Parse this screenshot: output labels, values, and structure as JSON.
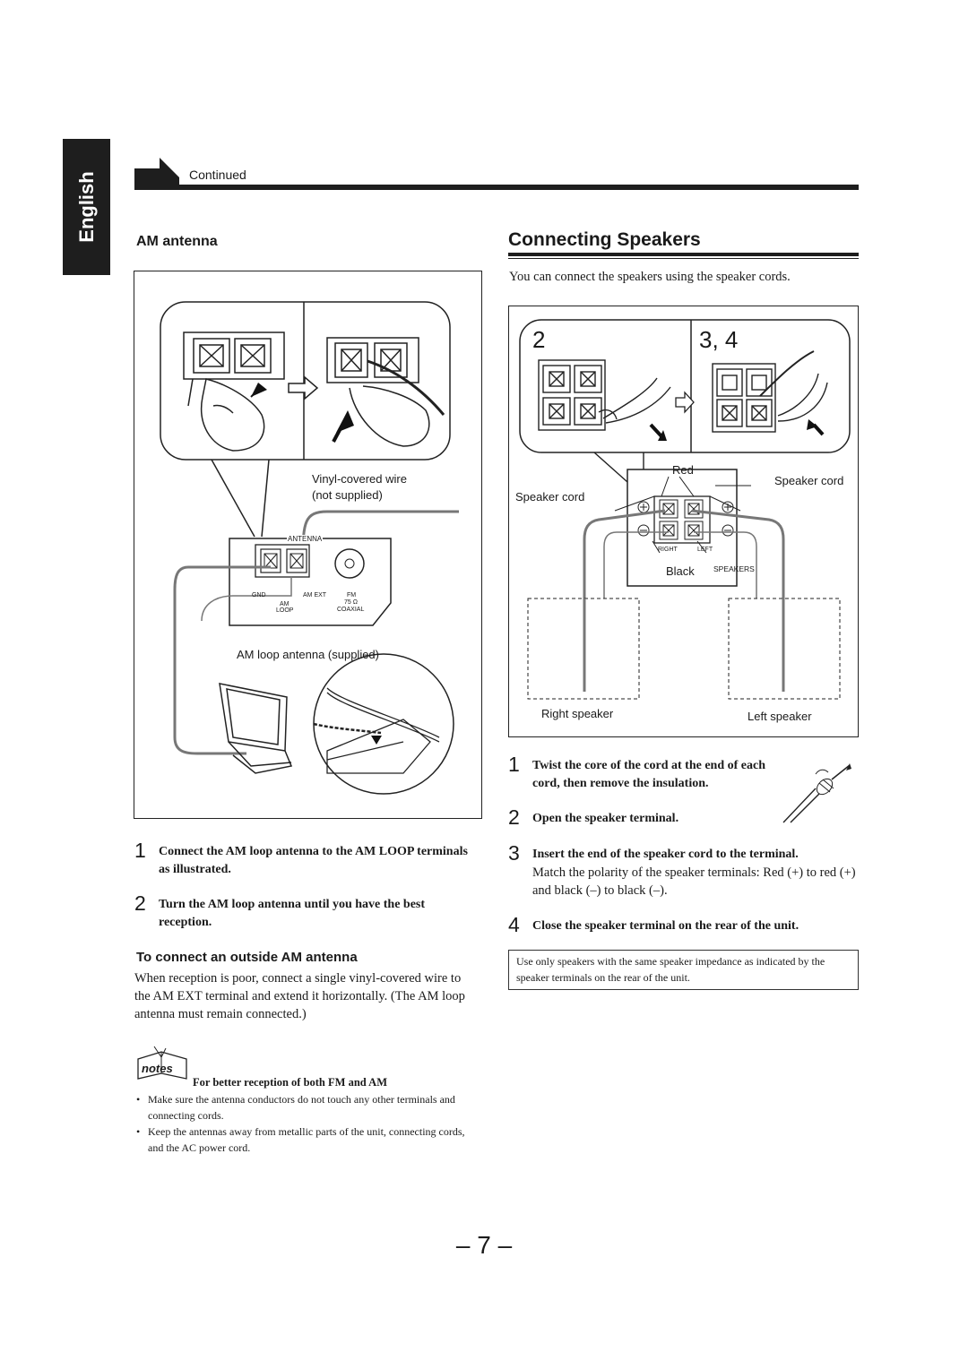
{
  "sidebar": {
    "language": "English"
  },
  "header": {
    "continued": "Continued"
  },
  "left": {
    "heading": "AM antenna",
    "figure_labels": {
      "vinyl_wire": "Vinyl-covered wire",
      "not_supplied": "(not supplied)",
      "antenna": "ANTENNA",
      "gnd": "GND",
      "am_ext": "AM EXT",
      "am": "AM",
      "loop": "LOOP",
      "fm": "FM",
      "fm_ohm": "75 Ω",
      "coaxial": "COAXIAL",
      "am_loop_supplied": "AM loop antenna (supplied)"
    },
    "steps": [
      {
        "num": "1",
        "text": "Connect the AM loop antenna to the AM LOOP terminals as illustrated."
      },
      {
        "num": "2",
        "text": "Turn the AM loop antenna until you have the best reception."
      }
    ],
    "outside_heading": "To connect an outside AM antenna",
    "outside_body": "When reception is poor, connect a single vinyl-covered wire to the AM EXT terminal and extend it horizontally. (The AM loop antenna must remain connected.)",
    "notes_icon": "notes",
    "notes_title": "For better reception of both FM and AM",
    "notes": [
      "Make sure the antenna conductors do not touch any other terminals and connecting cords.",
      "Keep the antennas away from metallic parts of the unit, connecting cords, and the AC power cord."
    ]
  },
  "right": {
    "heading": "Connecting Speakers",
    "intro": "You can connect the speakers using the speaker cords.",
    "figure_labels": {
      "panel1": "2",
      "panel2": "3, 4",
      "red": "Red",
      "speaker_cord_left": "Speaker cord",
      "speaker_cord_right": "Speaker cord",
      "right_small": "RIGHT",
      "left_small": "LEFT",
      "black": "Black",
      "speakers": "SPEAKERS",
      "right_speaker": "Right speaker",
      "left_speaker": "Left speaker"
    },
    "steps": [
      {
        "num": "1",
        "text": "Twist the core of the cord at the end of each cord, then remove the insulation."
      },
      {
        "num": "2",
        "text": "Open the speaker terminal."
      },
      {
        "num": "3",
        "text": "Insert the end of the speaker cord to the terminal.",
        "detail": "Match the polarity of the speaker terminals: Red (+) to red (+) and black (–) to black (–)."
      },
      {
        "num": "4",
        "text": "Close the speaker terminal on the rear of the unit."
      }
    ],
    "note": "Use only speakers with the same speaker impedance as indicated by the speaker terminals on the rear of the unit."
  },
  "footer": {
    "page": "– 7 –"
  }
}
